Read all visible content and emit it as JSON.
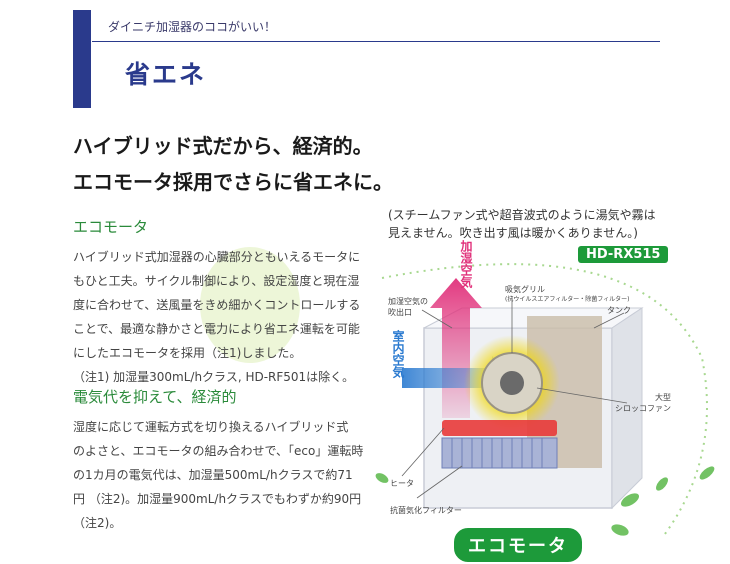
{
  "header": {
    "subtitle": "ダイニチ加湿器のココがいい！",
    "title": "省エネ"
  },
  "headline": {
    "line1": "ハイブリッド式だから、経済的。",
    "line2": "エコモータ採用でさらに省エネに。"
  },
  "section1": {
    "heading": "エコモータ",
    "lines": [
      "ハイブリッド式加湿器の心臓部分ともいえるモータに",
      "もひと工夫。サイクル制御により、設定湿度と現在湿",
      "度に合わせて、送風量をきめ細かくコントロールする",
      "ことで、最適な静かさと電力により省エネ運転を可能",
      "にしたエコモータを採用（注1)しました。",
      "（注1) 加湿量300mL/hクラス, HD-RF501は除く。"
    ]
  },
  "section2": {
    "heading": "電気代を抑えて、経済的",
    "lines": [
      "湿度に応じて運転方式を切り換えるハイブリッド式",
      "のよさと、エコモータの組み合わせで、「eco」運転時",
      "の1カ月の電気代は、加湿量500mL/hクラスで約71",
      "円 （注2)。加湿量900mL/hクラスでもわずか約90円",
      "（注2)。"
    ]
  },
  "diagram": {
    "caption_line1": "(スチームファン式や超音波式のように湯気や霧は",
    "caption_line2": "見えません。吹き出す風は暖かくありません。)",
    "model": "HD-RX515",
    "humid_air": "加湿空気",
    "room_air": "室内空気",
    "outlet": "加湿空気の\n吹出口",
    "intake_grille": "吸気グリル",
    "intake_grille_note": "(抗ウイルスエアフィルター・除菌フィルター)",
    "tank": "タンク",
    "fan": "大型\nシロッコファン",
    "heater": "ヒータ",
    "filter": "抗菌気化フィルター",
    "eco_motor": "エコモータ",
    "colors": {
      "brand_navy": "#2a3a8c",
      "green": "#1d9a3a",
      "humid_arrow": "#e0307a",
      "room_arrow": "#2a7ad0"
    }
  }
}
